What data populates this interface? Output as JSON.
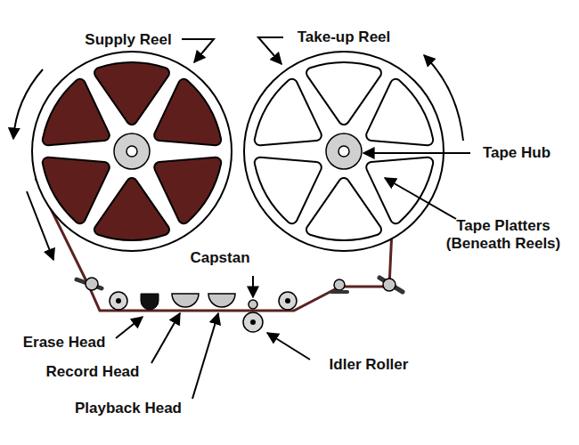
{
  "diagram": {
    "labels": [
      "Supply Reel",
      "Take-up Reel",
      "Tape Hub",
      "Tape Platters (Beneath Reels)",
      "Capstan",
      "Erase Head",
      "Record Head",
      "Playback Head",
      "Idler Roller"
    ]
  }
}
